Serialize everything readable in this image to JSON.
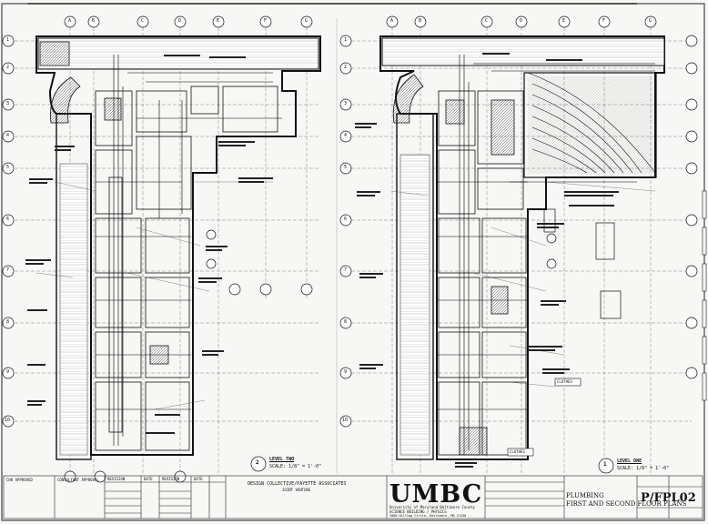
{
  "document": {
    "plan_left_title": "LEVEL TWO",
    "plan_left_number": "2",
    "plan_left_scale": "SCALE: 1/8\" = 1'-0\"",
    "plan_right_title": "LEVEL ONE",
    "plan_right_number": "1",
    "plan_right_scale": "SCALE: 1/8\" = 1'-0\"",
    "grid_letters": [
      "A",
      "B",
      "C",
      "D",
      "E",
      "F",
      "G"
    ],
    "grid_numbers": [
      "1",
      "2",
      "3",
      "4",
      "5",
      "6",
      "7",
      "8",
      "9",
      "10"
    ],
    "tag_clothes_left": "CLOTHES",
    "tag_clothes_right": "CLOTHES"
  },
  "title_block": {
    "owner_label": "UMBC",
    "owner_sub1": "University of Maryland Baltimore County",
    "owner_sub2": "SCIENCE BUILDING / PHYSICS",
    "owner_sub3": "1000 Hilltop Circle, Baltimore, MD 21250",
    "architect_line1": "DESIGN COLLECTIVE/PAYETTE ASSOCIATES",
    "architect_line2": "JOINT VENTURE",
    "drawing_title_1": "PLUMBING",
    "drawing_title_2": "FIRST AND SECOND FLOOR PLANS",
    "sheet_number": "P/FPL02",
    "col_label_1": "CHK APPROVED",
    "col_label_2": "CONSULTANT APPROVAL",
    "col_label_3": "REVISION",
    "col_label_4": "DATE",
    "col_label_5": "REVISION",
    "col_label_6": "DATE"
  },
  "palette": {
    "ink": "#111111",
    "paper": "#f7f7f5",
    "grid_line": "#555555"
  }
}
